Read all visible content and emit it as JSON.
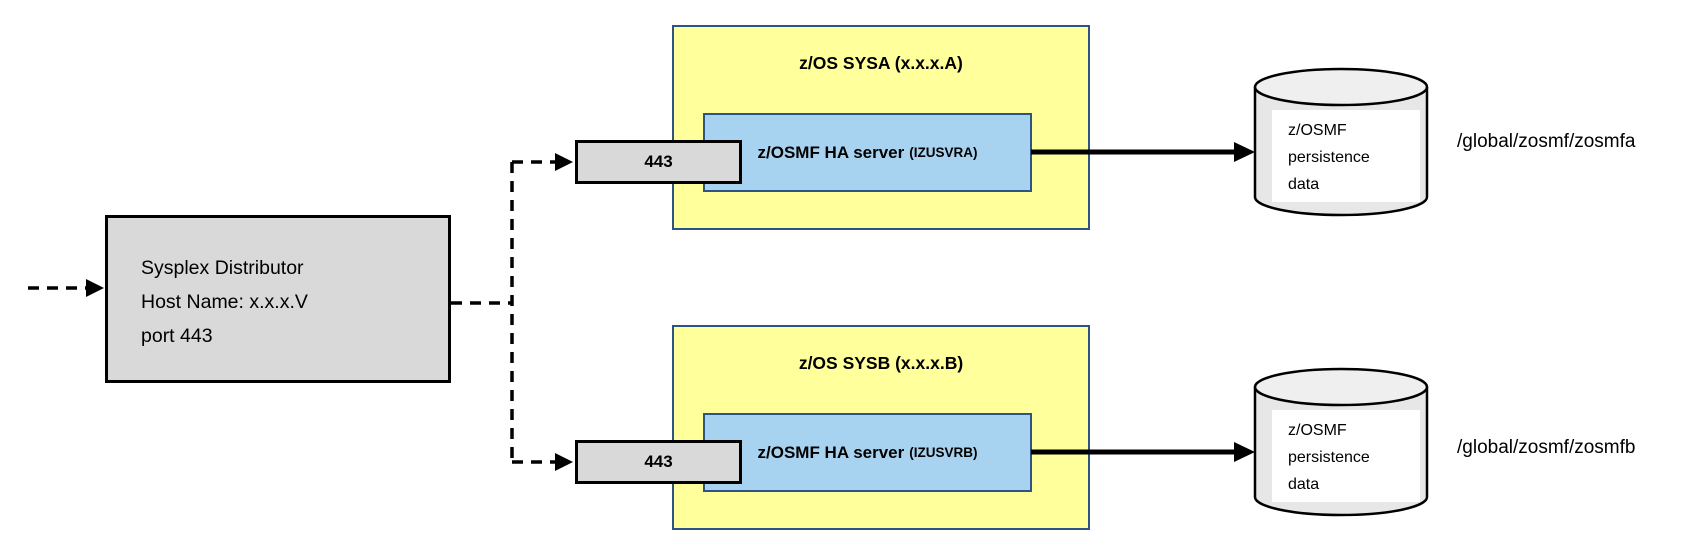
{
  "diagram": {
    "distributor": {
      "lines": [
        "Sysplex Distributor",
        "Host Name: x.x.x.V",
        "port 443"
      ]
    },
    "systems": [
      {
        "title": "z/OS SYSA (x.x.x.A)",
        "port": "443",
        "server_label": "z/OSMF HA server",
        "server_instance": "(IZUSVRA)",
        "datastore_lines": [
          "z/OSMF",
          "persistence",
          "data"
        ],
        "path": "/global/zosmf/zosmfa"
      },
      {
        "title": "z/OS SYSB (x.x.x.B)",
        "port": "443",
        "server_label": "z/OSMF HA server",
        "server_instance": "(IZUSVRB)",
        "datastore_lines": [
          "z/OSMF",
          "persistence",
          "data"
        ],
        "path": "/global/zosmf/zosmfb"
      }
    ],
    "colors": {
      "system_fill": "#ffff9c",
      "system_border": "#2f5383",
      "server_fill": "#a8d3f0",
      "server_border": "#2f5383",
      "box_gray": "#d9d9d9",
      "cylinder_fill": "#e8e7e7",
      "line_black": "#000000"
    }
  }
}
